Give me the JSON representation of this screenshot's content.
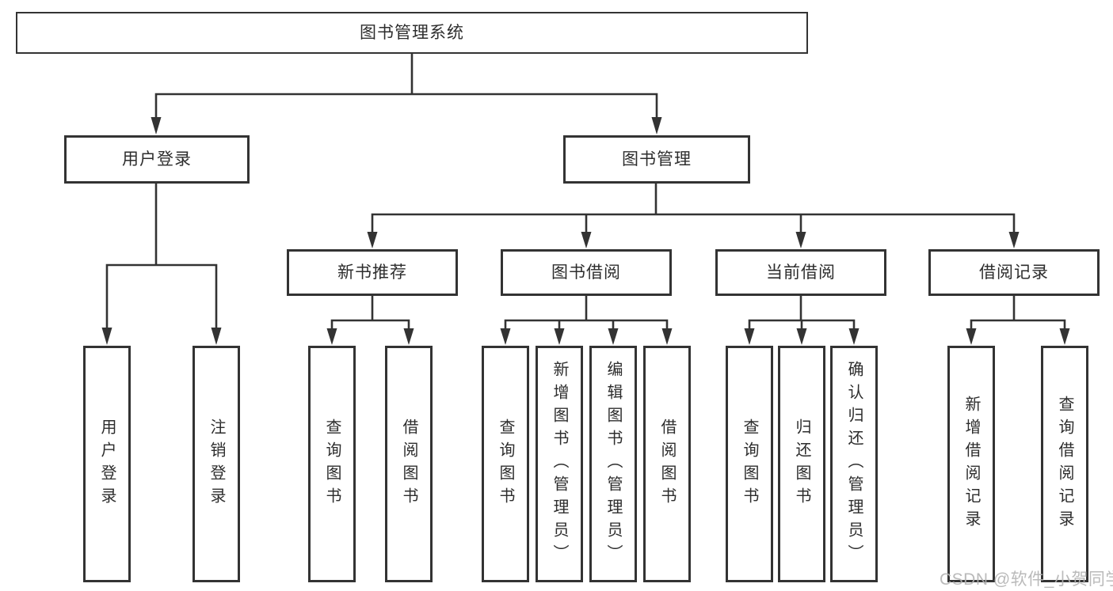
{
  "diagram": {
    "tree": {
      "root": {
        "label": "图书管理系统"
      },
      "children": [
        {
          "label": "用户登录",
          "children": [
            {
              "label": "用户登录"
            },
            {
              "label": "注销登录"
            }
          ]
        },
        {
          "label": "图书管理",
          "children": [
            {
              "label": "新书推荐",
              "children": [
                {
                  "label": "查询图书"
                },
                {
                  "label": "借阅图书"
                }
              ]
            },
            {
              "label": "图书借阅",
              "children": [
                {
                  "label": "查询图书"
                },
                {
                  "label": "新增图书（管理员）"
                },
                {
                  "label": "编辑图书（管理员）"
                },
                {
                  "label": "借阅图书"
                }
              ]
            },
            {
              "label": "当前借阅",
              "children": [
                {
                  "label": "查询图书"
                },
                {
                  "label": "归还图书"
                },
                {
                  "label": "确认归还（管理员）"
                }
              ]
            },
            {
              "label": "借阅记录",
              "children": [
                {
                  "label": "新增借阅记录"
                },
                {
                  "label": "查询借阅记录"
                }
              ]
            }
          ]
        }
      ]
    },
    "colors": {
      "line": "#333333",
      "box_border": "#333333",
      "text": "#2d2d2d",
      "background": "#ffffff",
      "watermark": "#b3b3b3"
    }
  },
  "watermark": {
    "text": "CSDN @软件_小贺同学"
  }
}
